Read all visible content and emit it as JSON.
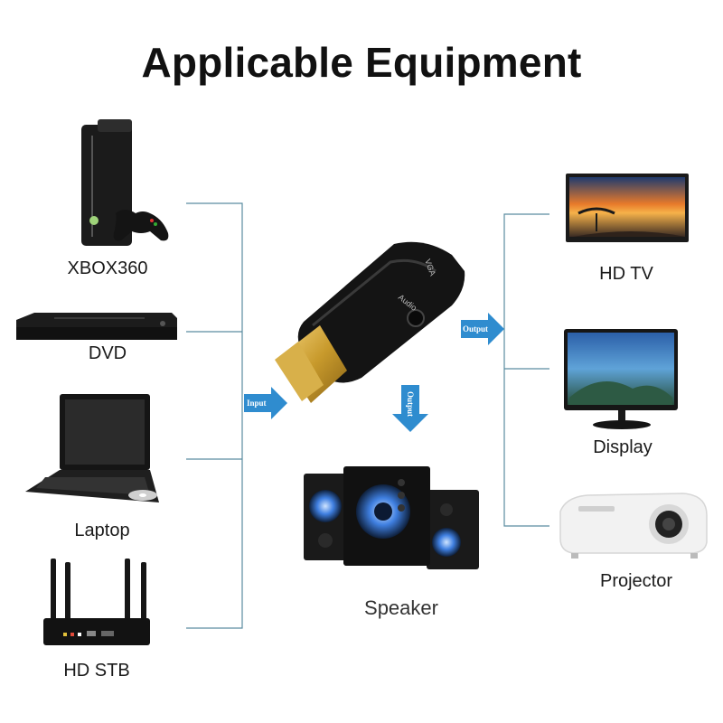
{
  "title": "Applicable Equipment",
  "inputs": [
    {
      "label": "XBOX360",
      "icon": "xbox-console-icon"
    },
    {
      "label": "DVD",
      "icon": "dvd-player-icon"
    },
    {
      "label": "Laptop",
      "icon": "laptop-icon"
    },
    {
      "label": "HD STB",
      "icon": "router-icon"
    }
  ],
  "outputs": [
    {
      "label": "HD TV",
      "icon": "tv-icon"
    },
    {
      "label": "Display",
      "icon": "monitor-icon"
    },
    {
      "label": "Projector",
      "icon": "projector-icon"
    }
  ],
  "speaker": {
    "label": "Speaker",
    "icon": "speaker-icon"
  },
  "adapter": {
    "vga_label": "VGA",
    "audio_label": "Audio"
  },
  "arrows": {
    "input": "Input",
    "output_right": "Output",
    "output_down": "Output"
  },
  "colors": {
    "line": "#5a8ca0",
    "arrow": "#2f8ccf",
    "text": "#1a1a1a"
  }
}
